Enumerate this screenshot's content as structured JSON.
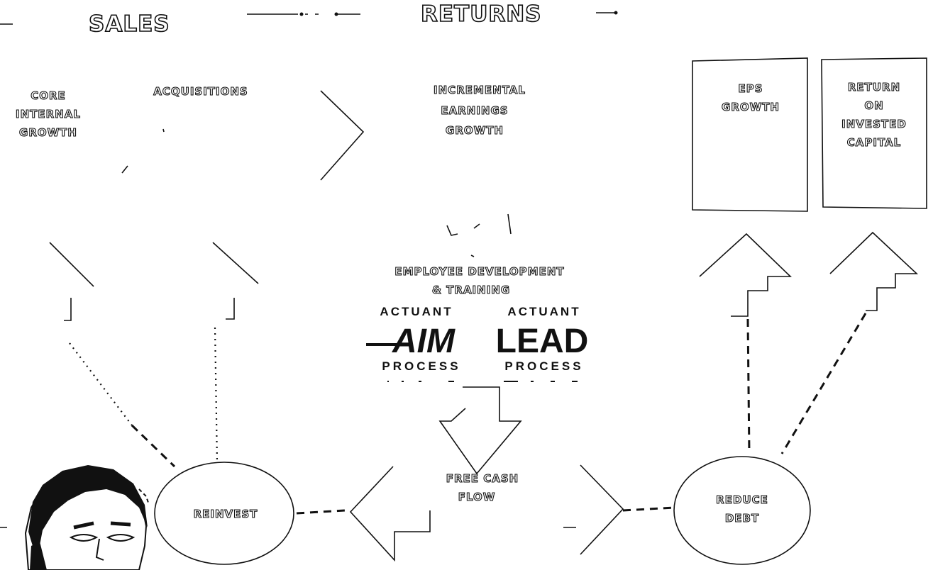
{
  "headers": {
    "sales": "SALES",
    "returns": "RETURNS"
  },
  "sources": {
    "core_internal_growth": [
      "CORE",
      "INTERNAL",
      "GROWTH"
    ],
    "acquisitions": [
      "ACQUISITIONS"
    ]
  },
  "incremental_earnings": [
    "INCREMENTAL",
    "EARNINGS",
    "GROWTH"
  ],
  "outcomes": {
    "eps_growth": [
      "EPS",
      "GROWTH"
    ],
    "return_on_invested_capital": [
      "RETURN",
      "ON",
      "INVESTED",
      "CAPITAL"
    ]
  },
  "employee_development": [
    "EMPLOYEE DEVELOPMENT",
    "& TRAINING"
  ],
  "logos": {
    "aim": {
      "company": "ACTUANT",
      "mark": "AIM",
      "process": "PROCESS"
    },
    "lead": {
      "company": "ACTUANT",
      "mark": "LEAD",
      "process": "PROCESS"
    }
  },
  "free_cash_flow": [
    "FREE CASH",
    "FLOW"
  ],
  "reinvest": "REINVEST",
  "reduce_debt": [
    "REDUCE",
    "DEBT"
  ],
  "colors": {
    "ink": "#111111",
    "paper": "#ffffff"
  }
}
